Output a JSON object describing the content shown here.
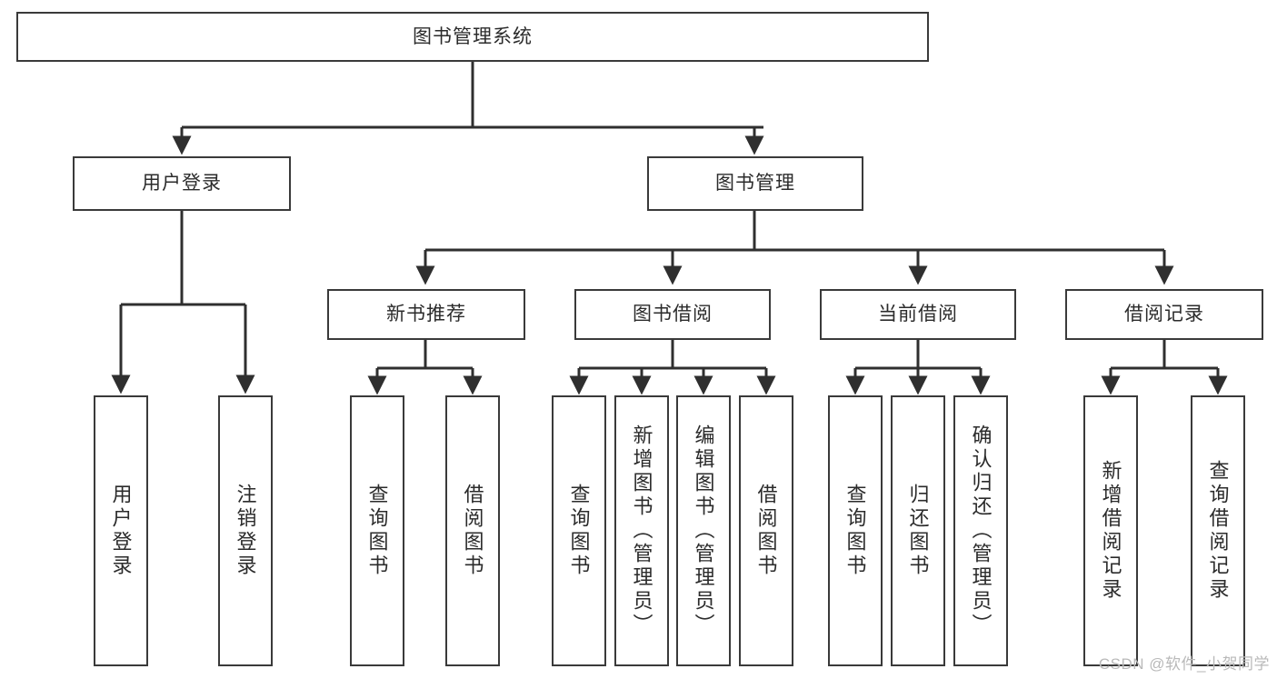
{
  "diagram": {
    "title": "图书管理系统",
    "root": {
      "label": "图书管理系统"
    },
    "level1": [
      {
        "label": "用户登录"
      },
      {
        "label": "图书管理"
      }
    ],
    "level2": [
      {
        "label": "新书推荐"
      },
      {
        "label": "图书借阅"
      },
      {
        "label": "当前借阅"
      },
      {
        "label": "借阅记录"
      }
    ],
    "leaves": {
      "user_login": [
        {
          "label": "用户登录"
        },
        {
          "label": "注销登录"
        }
      ],
      "new_book_recommend": [
        {
          "label": "查询图书"
        },
        {
          "label": "借阅图书"
        }
      ],
      "book_borrow": [
        {
          "label": "查询图书"
        },
        {
          "label": "新增图书（管理员）"
        },
        {
          "label": "编辑图书（管理员）"
        },
        {
          "label": "借阅图书"
        }
      ],
      "current_borrow": [
        {
          "label": "查询图书"
        },
        {
          "label": "归还图书"
        },
        {
          "label": "确认归还（管理员）"
        }
      ],
      "borrow_record": [
        {
          "label": "新增借阅记录"
        },
        {
          "label": "查询借阅记录"
        }
      ]
    }
  },
  "watermark": {
    "text": "CSDN @软件_小贺同学"
  },
  "colors": {
    "border": "#3a3a3a",
    "text": "#2b2b2b",
    "edge": "#2f2f2f",
    "background": "#ffffff",
    "watermark": "#b9b9b9"
  }
}
